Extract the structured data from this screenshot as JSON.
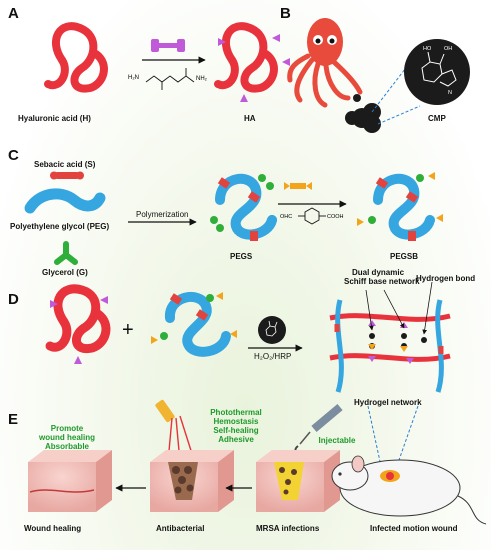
{
  "panels": [
    "A",
    "B",
    "C",
    "D",
    "E"
  ],
  "labels": {
    "hyaluronic": "Hyaluronic acid (H)",
    "ha": "HA",
    "cmp": "CMP",
    "sebacic": "Sebacic acid (S)",
    "peg": "Polyethylene glycol (PEG)",
    "glycerol": "Glycerol (G)",
    "polymerization": "Polymerization",
    "pegs": "PEGS",
    "pegsb": "PEGSB",
    "plus": "+",
    "h2o2": "H₂O₂/HRP",
    "dual1": "Dual dynamic",
    "dual2": "Schiff base network",
    "hbond": "Hydrogen bond",
    "network": "Hydrogel network",
    "promote1": "Promote",
    "promote2": "wound healing",
    "absorbable": "Absorbable",
    "photothermal": "Photothermal",
    "hemostasis": "Hemostasis",
    "selfheal": "Self-healing",
    "adhesive": "Adhesive",
    "injectable": "Injectable",
    "woundhealing": "Wound healing",
    "antibacterial": "Antibacterial",
    "mrsa": "MRSA infections",
    "motion": "Infected motion wound"
  },
  "colors": {
    "ha_red": "#e8323c",
    "peg_blue": "#35a6e0",
    "sebacic_red": "#e2433f",
    "glycerol_green": "#2fae3a",
    "adh_purple": "#c05ad8",
    "aldehyde_orange": "#f2a51a",
    "cmp_black": "#1b1b1b",
    "label_green": "#1e9a2c"
  }
}
